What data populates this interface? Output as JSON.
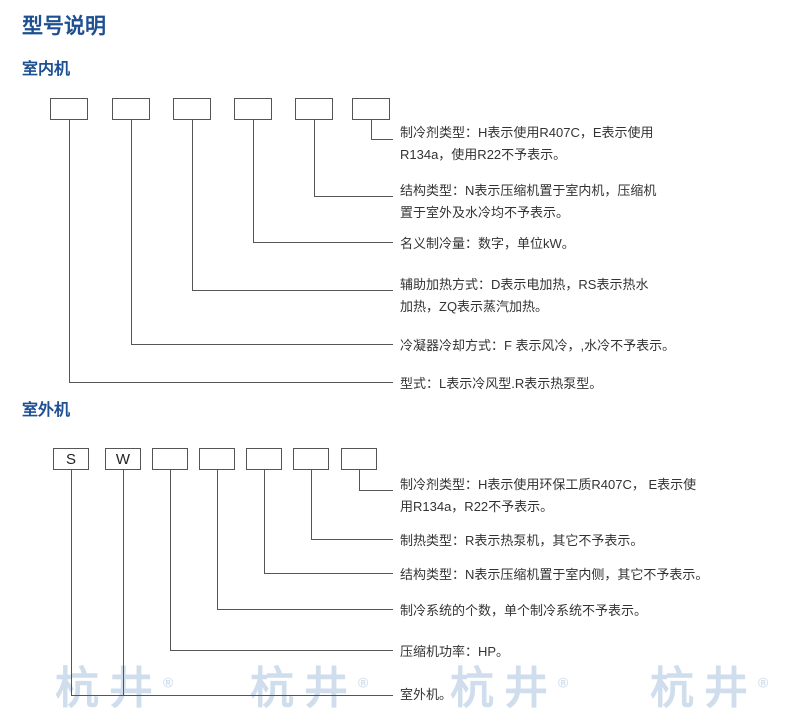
{
  "title": "型号说明",
  "colors": {
    "heading_blue": "#1d4f91",
    "line_gray": "#555555",
    "text_dark": "#333333",
    "watermark_blue": "#b6cce4"
  },
  "indoor": {
    "section_title": "室内机",
    "box_count": 6,
    "labels": [
      [
        "制冷剂类型：H表示使用R407C，E表示使用",
        "R134a，使用R22不予表示。"
      ],
      [
        "结构类型：N表示压缩机置于室内机，压缩机",
        "置于室外及水冷均不予表示。"
      ],
      [
        "名义制冷量：数字，单位kW。"
      ],
      [
        "辅助加热方式：D表示电加热，RS表示热水",
        "加热，ZQ表示蒸汽加热。"
      ],
      [
        "冷凝器冷却方式：F 表示风冷，,水冷不予表示。"
      ],
      [
        "型式：L表示冷风型.R表示热泵型。"
      ]
    ]
  },
  "outdoor": {
    "section_title": "室外机",
    "box_labels": [
      "S",
      "W",
      "",
      "",
      "",
      "",
      ""
    ],
    "labels": [
      [
        "制冷剂类型：H表示使用环保工质R407C， E表示使",
        "用R134a，R22不予表示。"
      ],
      [
        "制热类型：R表示热泵机，其它不予表示。"
      ],
      [
        "结构类型：N表示压缩机置于室内侧，其它不予表示。"
      ],
      [
        "制冷系统的个数，单个制冷系统不予表示。"
      ],
      [
        "压缩机功率：HP。"
      ],
      [
        "室外机。"
      ]
    ]
  },
  "watermark": {
    "text": "杭井",
    "reg_mark": "®"
  }
}
